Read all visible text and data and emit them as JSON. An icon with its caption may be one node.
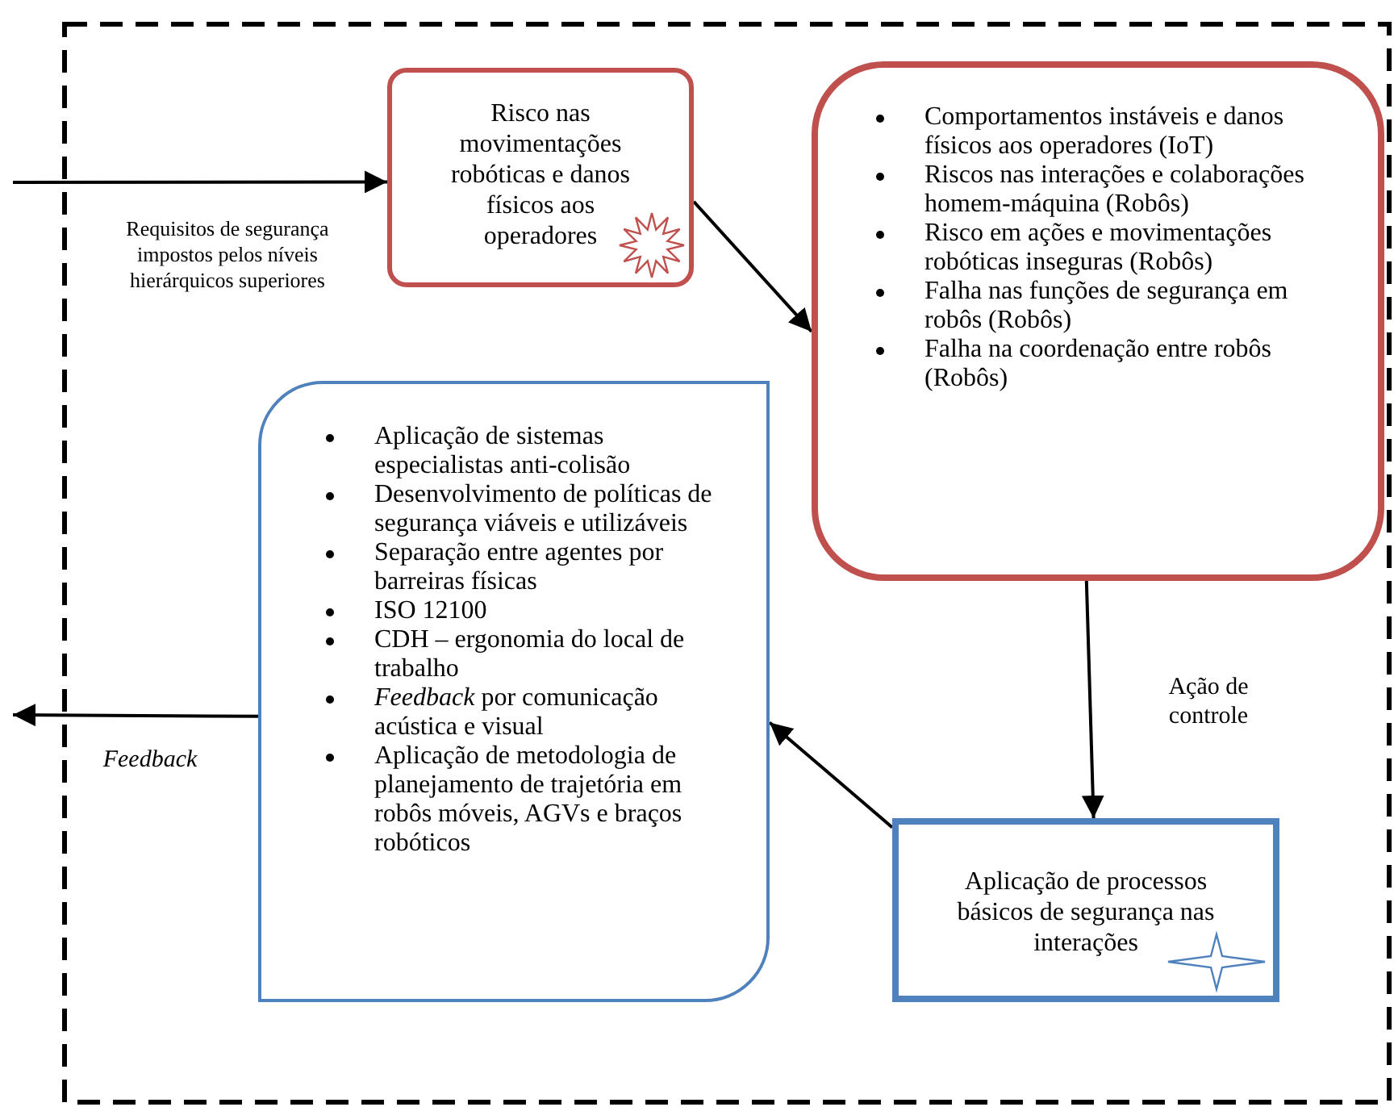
{
  "diagram": {
    "nodes": [
      {
        "text": [
          "Risco nas movimentações robóticas e danos físicos aos operadores"
        ]
      },
      {
        "text": [
          "Comportamentos instáveis e danos físicos aos operadores (IoT)",
          "Riscos nas interações e colaborações homem-máquina (Robôs)",
          "Risco em ações e movimentações robóticas inseguras (Robôs)",
          "Falha nas funções de segurança em robôs (Robôs)",
          "Falha na coordenação entre robôs (Robôs)"
        ]
      },
      {
        "text": [
          "Aplicação de processos básicos de segurança nas interações"
        ]
      },
      {
        "text": [
          "Aplicação de sistemas especialistas anti-colisão",
          "Desenvolvimento de políticas de segurança viáveis e utilizáveis",
          "Separação entre agentes por barreiras físicas",
          "ISO 12100",
          "CDH – ergonomia do local de trabalho",
          "*Feedback* por comunicação acústica e visual",
          "Aplicação de metodologia de planejamento de trajetória em robôs móveis, AGVs e braços robóticos"
        ]
      }
    ],
    "edges": [
      {
        "from": null,
        "to": 0,
        "arrow": "to",
        "label": "Requisitos de segurança impostos pelos níveis hierárquicos superiores"
      },
      {
        "from": 0,
        "to": 1,
        "arrow": "to"
      },
      {
        "from": 1,
        "to": 2,
        "arrow": "to",
        "label": "Ação de controle"
      },
      {
        "from": 2,
        "to": 3,
        "arrow": "to"
      },
      {
        "from": 3,
        "to": null,
        "arrow": "to",
        "label": "Feedback"
      }
    ]
  }
}
